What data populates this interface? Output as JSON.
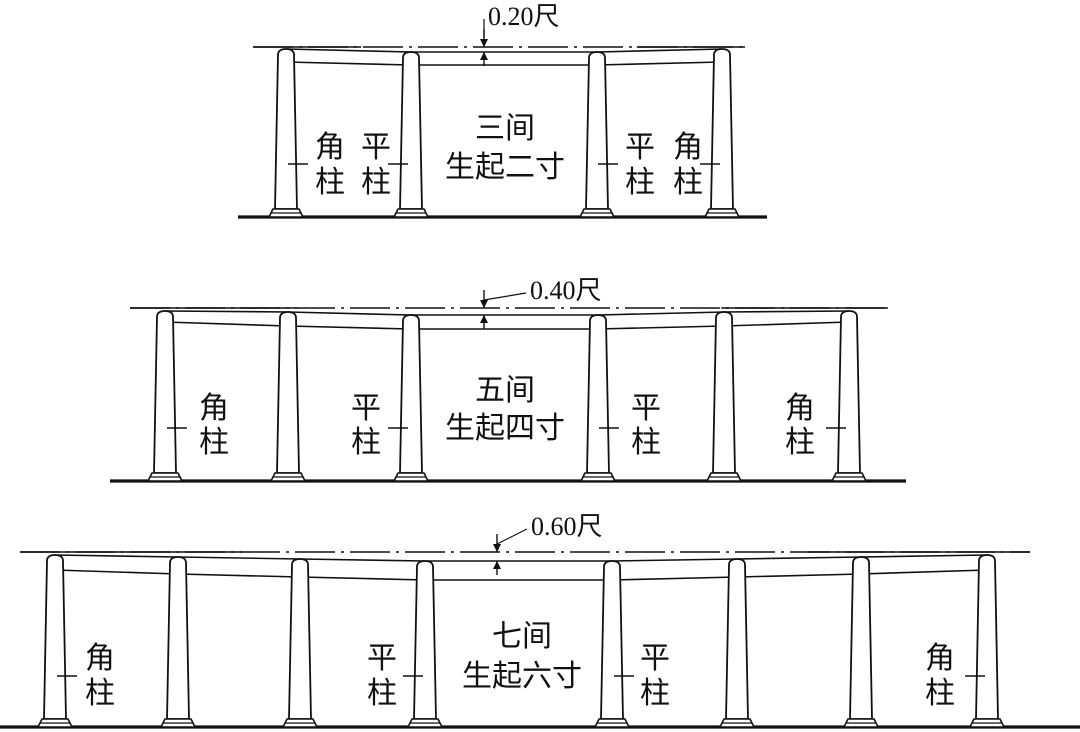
{
  "colors": {
    "ink": "#111111",
    "background": "#ffffff"
  },
  "panels": [
    {
      "dimension_label": "0.20尺",
      "center_line1": "三间",
      "center_line2": "生起二寸",
      "column_labels": [
        {
          "line1": "角",
          "line2": "柱"
        },
        {
          "line1": "平",
          "line2": "柱"
        },
        {
          "line1": "平",
          "line2": "柱"
        },
        {
          "line1": "角",
          "line2": "柱"
        }
      ]
    },
    {
      "dimension_label": "0.40尺",
      "center_line1": "五间",
      "center_line2": "生起四寸",
      "column_labels": [
        {
          "line1": "角",
          "line2": "柱"
        },
        {
          "line1": "平",
          "line2": "柱"
        },
        {
          "line1": "平",
          "line2": "柱"
        },
        {
          "line1": "角",
          "line2": "柱"
        }
      ]
    },
    {
      "dimension_label": "0.60尺",
      "center_line1": "七间",
      "center_line2": "生起六寸",
      "column_labels": [
        {
          "line1": "角",
          "line2": "柱"
        },
        {
          "line1": "平",
          "line2": "柱"
        },
        {
          "line1": "平",
          "line2": "柱"
        },
        {
          "line1": "角",
          "line2": "柱"
        }
      ]
    }
  ]
}
